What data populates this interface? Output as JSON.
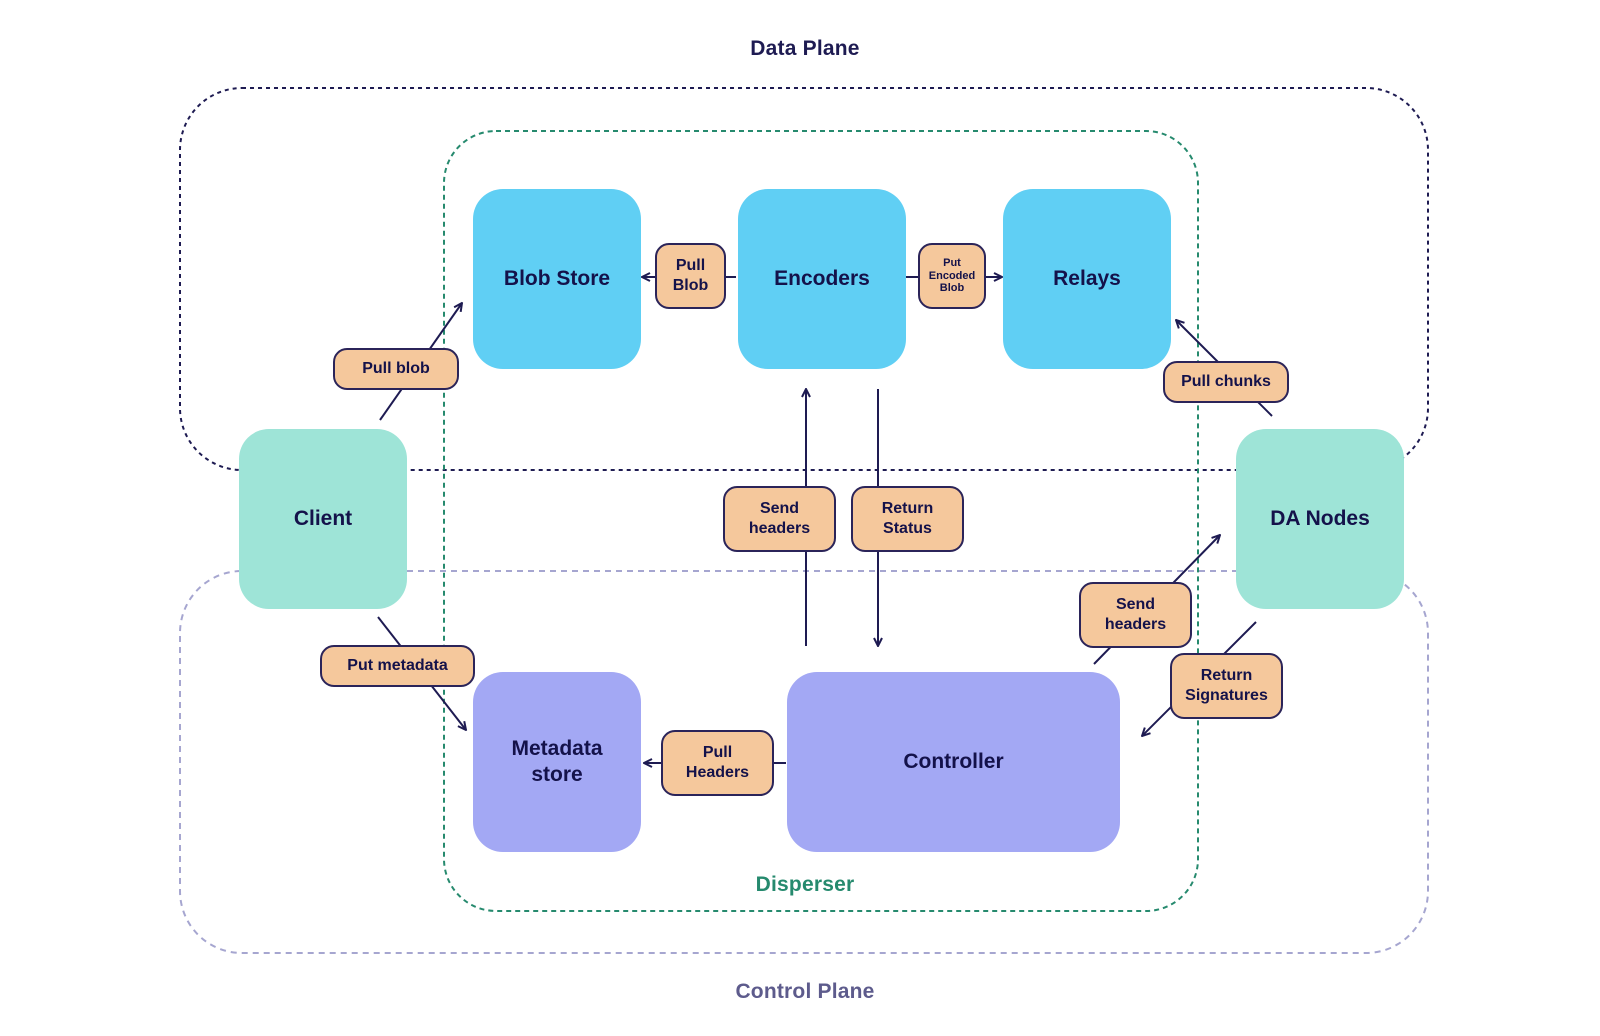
{
  "planes": {
    "data_plane": "Data Plane",
    "control_plane": "Control Plane",
    "disperser": "Disperser"
  },
  "nodes": {
    "blob_store": "Blob Store",
    "encoders": "Encoders",
    "relays": "Relays",
    "client": "Client",
    "da_nodes": "DA Nodes",
    "metadata_store": "Metadata store",
    "controller": "Controller"
  },
  "edges": {
    "pull_blob_client": "Pull blob",
    "pull_blob_encoder": "Pull Blob",
    "put_encoded_blob": "Put Encoded Blob",
    "pull_chunks": "Pull chunks",
    "send_headers_encoders": "Send headers",
    "return_status": "Return Status",
    "send_headers_nodes": "Send headers",
    "return_signatures": "Return Signatures",
    "put_metadata": "Put metadata",
    "pull_headers": "Pull Headers"
  },
  "colors": {
    "data_plane_border": "#1e1b52",
    "control_plane_border": "#a6a6d0",
    "disperser_border": "#268a6e",
    "edge_label_fill": "#f5c89c",
    "arrow": "#1e1b52"
  }
}
